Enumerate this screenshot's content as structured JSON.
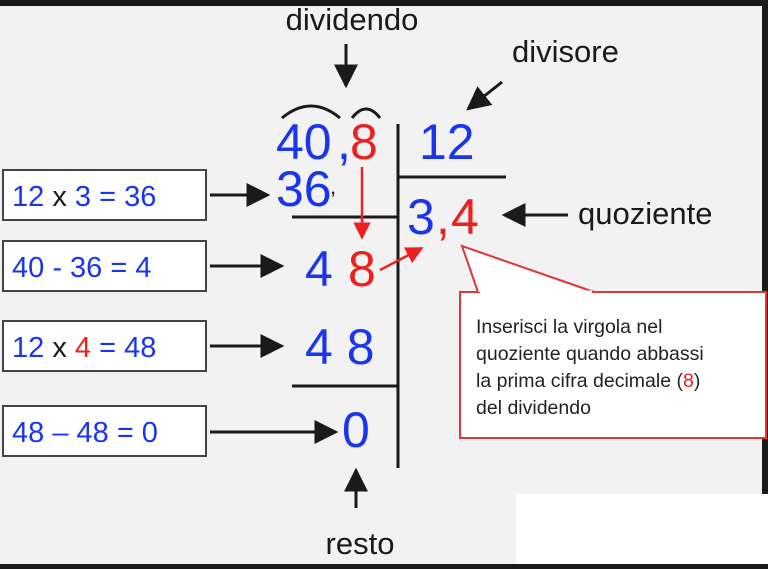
{
  "colors": {
    "background": "#f2f2f2",
    "blue": "#1a35f0",
    "red": "#ee1f1f",
    "ink": "#1a1a1a",
    "callout_border": "#e0363a"
  },
  "labels": {
    "dividend": "dividendo",
    "divisor": "divisore",
    "quotient": "quoziente",
    "remainder": "resto"
  },
  "division": {
    "dividend_integer": "40",
    "decimal_comma": ",",
    "dividend_decimal": "8",
    "divisor": "12",
    "product_1": "36",
    "partial_digit": "4",
    "lowered_digit": "8",
    "product_2": "4 8",
    "remainder": "0",
    "quotient_integer": "3",
    "quotient_comma": ",",
    "quotient_decimal": "4"
  },
  "steps": [
    {
      "left": "12",
      "op": " x ",
      "mid": "3",
      "right": " = 36",
      "mid_color": "blue"
    },
    {
      "left": "40 - 36 = 4",
      "op": "",
      "mid": "",
      "right": "",
      "mid_color": "blue"
    },
    {
      "left": "12",
      "op": " x ",
      "mid": "4",
      "right": " = 48",
      "mid_color": "red"
    },
    {
      "left": "48 – 48 = 0",
      "op": "",
      "mid": "",
      "right": "",
      "mid_color": "blue"
    }
  ],
  "callout": {
    "line1": "Inserisci la virgola nel",
    "line2": "quoziente quando abbassi",
    "line3a": "la prima cifra decimale (",
    "line3_highlight": "8",
    "line3b": ")",
    "line4": "del dividendo"
  }
}
